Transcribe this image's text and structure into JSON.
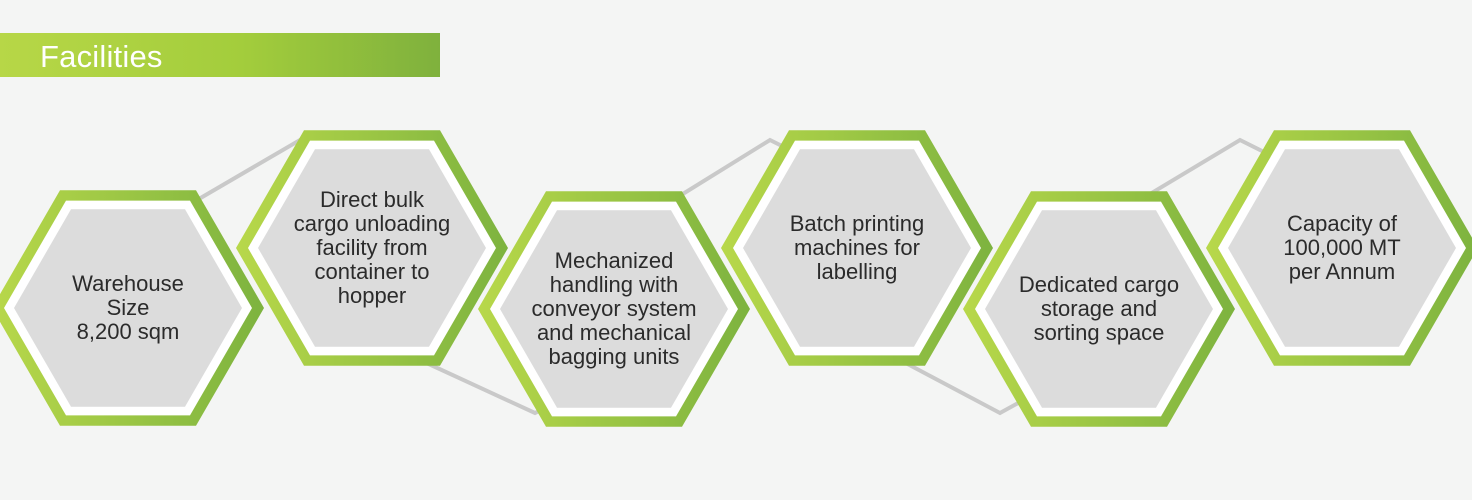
{
  "header": {
    "title": "Facilities"
  },
  "colors": {
    "banner_start": "#b7d747",
    "banner_end": "#7fb13d",
    "hex_outer_light": "#b8d84a",
    "hex_outer_dark": "#7db33f",
    "hex_inner_fill": "#dcdcdc",
    "connector": "#c9c9c9",
    "text": "#2b2b2b"
  },
  "facilities": [
    {
      "label": "Warehouse\nSize\n8,200 sqm"
    },
    {
      "label": "Direct bulk\ncargo unloading\nfacility from\ncontainer to\nhopper"
    },
    {
      "label": "Mechanized\nhandling with\nconveyor system\nand  mechanical\nbagging units"
    },
    {
      "label": "Batch printing\nmachines for\nlabelling"
    },
    {
      "label": "Dedicated cargo\nstorage and\nsorting space"
    },
    {
      "label": "Capacity of\n100,000 MT\nper Annum"
    }
  ]
}
